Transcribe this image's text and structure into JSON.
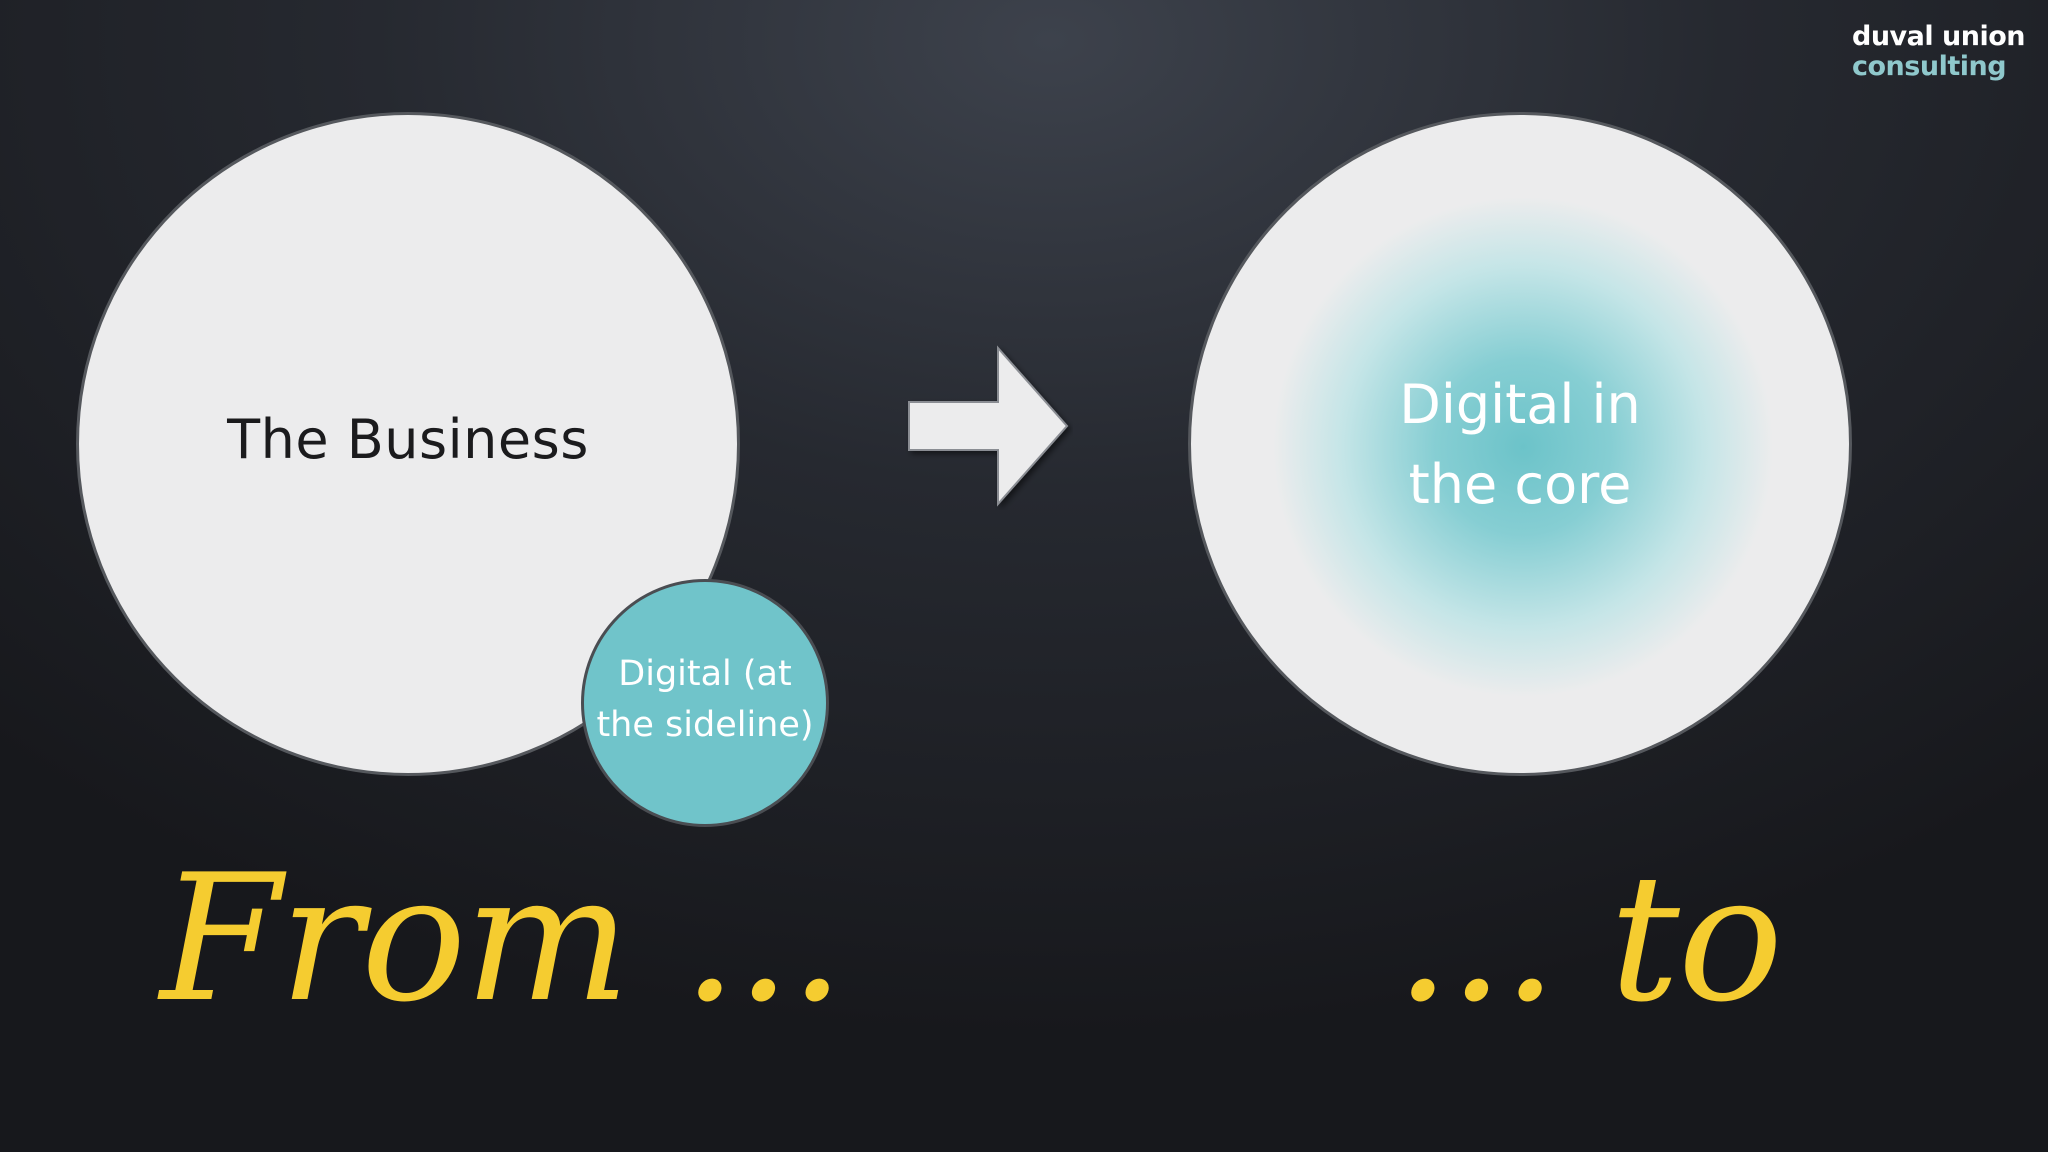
{
  "logo": {
    "line1": "duval union",
    "line2": "consulting"
  },
  "diagram": {
    "business_label": "The Business",
    "digital_sideline_line1": "Digital (at",
    "digital_sideline_line2": "the sideline)",
    "core_line1": "Digital in",
    "core_line2": "the core",
    "arrow_icon": "right-arrow-icon",
    "from_label": "From ...",
    "to_label": "... to"
  },
  "colors": {
    "background": "#1d1f24",
    "circle_fill": "#ececed",
    "teal_accent": "#70c4ca",
    "yellow_text": "#f5cc30",
    "logo_teal": "#8fc8cc"
  }
}
